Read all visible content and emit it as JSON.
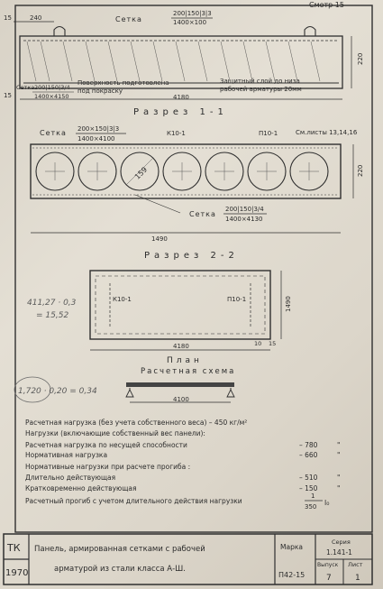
{
  "drawing": {
    "top_tag": "Смотр 15",
    "section1": {
      "dim_15": "15",
      "dim_240": "240",
      "mesh_label": "Сетка",
      "mesh_spec_top": "200|150|3|3",
      "mesh_spec_bottom": "1400×100",
      "dim_220": "220",
      "dim_15_bottom": "15",
      "mesh_left_top": "200|150|3/4",
      "mesh_left_bottom": "1400×4150",
      "note_surface_1": "Поверхность подготовлена",
      "note_surface_2": "под покраску",
      "length": "4180",
      "note_cover_1": "Защитный слой до низа",
      "note_cover_2": "рабочей арматуры 20мм",
      "title": "Разрез 1-1"
    },
    "section2": {
      "mesh_label": "Сетка",
      "mesh_spec_top": "200×150|3|3",
      "mesh_spec_bottom": "1400×4100",
      "label_k": "К10-1",
      "label_p": "П10-1",
      "label_hinges": "См.листы 13,14,16",
      "hole_dim": "159",
      "dim_220": "220",
      "mesh_bottom_label": "Сетка",
      "mesh_bottom_spec_top": "200|150|3/4",
      "mesh_bottom_spec_bottom": "1400×4130",
      "width": "1490",
      "title": "Разрез 2-2"
    },
    "plan": {
      "label_k": "К10-1",
      "label_p": "П10-1",
      "dim_1490": "1490",
      "dim_4180": "4180",
      "dim_10": "10",
      "dim_15": "15",
      "title": "План"
    },
    "scheme": {
      "title": "Расчетная схема",
      "span": "4100"
    },
    "handwritten": {
      "note1": "411,27 · 0,3",
      "note1_result": "= 15,52",
      "note2": "1,720 · 0,20 = 0,34"
    },
    "loads": {
      "line1": "Расчетная нагрузка (без учета собственного веса) – 450 кг/м²",
      "line2": "Нагрузки (включающие собственный вес панели):",
      "rows": [
        {
          "label": "Расчетная нагрузка по несущей способности",
          "value": "– 780",
          "unit": "\""
        },
        {
          "label": "Нормативная нагрузка",
          "value": "– 660",
          "unit": "\""
        },
        {
          "label": "Нормативные нагрузки при расчете прогиба :",
          "value": "",
          "unit": ""
        },
        {
          "label": "Длительно действующая",
          "value": "– 510",
          "unit": "\""
        },
        {
          "label": "Кратковременно действующая",
          "value": "– 150",
          "unit": "\""
        }
      ],
      "deflection_label": "Расчетный прогиб с учетом длительного действия нагрузки",
      "deflection_num": "1",
      "deflection_den": "350",
      "deflection_suffix": "l₀"
    },
    "title_block": {
      "tk": "ТК",
      "year": "1970",
      "name_line1": "Панель, армированная сетками с рабочей",
      "name_line2": "арматурой из стали класса А-Ш.",
      "mark_label": "Марка",
      "mark_value": "П42-15",
      "series_label": "Серия",
      "series_value": "1.141-1",
      "issue_label": "Выпуск",
      "issue_value": "7",
      "sheet_label": "Лист",
      "sheet_value": "1"
    }
  }
}
